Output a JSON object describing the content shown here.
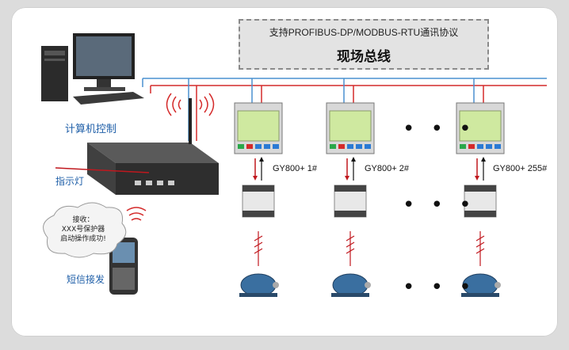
{
  "bus": {
    "protocol": "支持PROFIBUS-DP/MODBUS-RTU通讯协议",
    "title": "现场总线"
  },
  "computer_label": "计算机控制",
  "indicator_label": "指示灯",
  "sms_label": "短信接发",
  "sms_message": [
    "接收：",
    "XXX号保护器",
    "启动操作成功!"
  ],
  "devices": [
    {
      "label": "GY800+ 1#"
    },
    {
      "label": "GY800+ 2#"
    },
    {
      "label": "GY800+ 255#"
    }
  ],
  "ellipsis": "• • •",
  "colors": {
    "bus_red": "#d42a2a",
    "bus_blue": "#4a90d0",
    "panel_green": "#cfe9a0"
  }
}
